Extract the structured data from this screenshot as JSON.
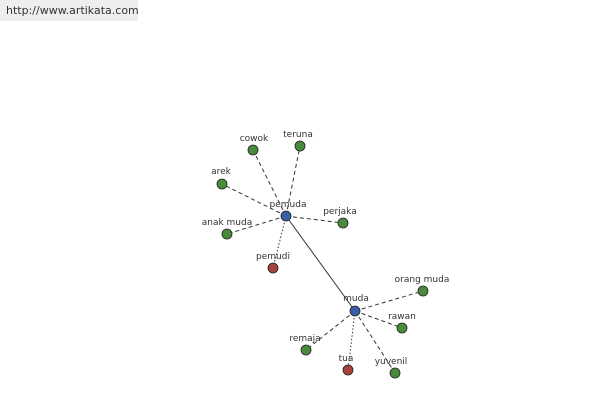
{
  "header": {
    "url": "http://www.artikata.com"
  },
  "colors": {
    "hub": "#3b5ea8",
    "synonym": "#4a8a3c",
    "antonym": "#a8413b",
    "edge": "#333333"
  },
  "graph": {
    "nodes": [
      {
        "id": "pemuda",
        "label": "pemuda",
        "kind": "hub"
      },
      {
        "id": "muda",
        "label": "muda",
        "kind": "hub"
      },
      {
        "id": "cowok",
        "label": "cowok",
        "kind": "synonym"
      },
      {
        "id": "teruna",
        "label": "teruna",
        "kind": "synonym"
      },
      {
        "id": "arek",
        "label": "arek",
        "kind": "synonym"
      },
      {
        "id": "perjaka",
        "label": "perjaka",
        "kind": "synonym"
      },
      {
        "id": "anak-muda",
        "label": "anak muda",
        "kind": "synonym"
      },
      {
        "id": "pemudi",
        "label": "pemudi",
        "kind": "antonym"
      },
      {
        "id": "orang-muda",
        "label": "orang muda",
        "kind": "synonym"
      },
      {
        "id": "rawan",
        "label": "rawan",
        "kind": "synonym"
      },
      {
        "id": "remaja",
        "label": "remaja",
        "kind": "synonym"
      },
      {
        "id": "tua",
        "label": "tua",
        "kind": "antonym"
      },
      {
        "id": "yuvenil",
        "label": "yuvenil",
        "kind": "synonym"
      }
    ],
    "edges": [
      {
        "from": "pemuda",
        "to": "muda",
        "style": "solid"
      },
      {
        "from": "pemuda",
        "to": "cowok",
        "style": "dashed"
      },
      {
        "from": "pemuda",
        "to": "teruna",
        "style": "dashed"
      },
      {
        "from": "pemuda",
        "to": "arek",
        "style": "dashed"
      },
      {
        "from": "pemuda",
        "to": "perjaka",
        "style": "dashed"
      },
      {
        "from": "pemuda",
        "to": "anak-muda",
        "style": "dashed"
      },
      {
        "from": "pemuda",
        "to": "pemudi",
        "style": "dotted"
      },
      {
        "from": "muda",
        "to": "orang-muda",
        "style": "dashed"
      },
      {
        "from": "muda",
        "to": "rawan",
        "style": "dashed"
      },
      {
        "from": "muda",
        "to": "remaja",
        "style": "dashed"
      },
      {
        "from": "muda",
        "to": "tua",
        "style": "dotted"
      },
      {
        "from": "muda",
        "to": "yuvenil",
        "style": "dashed"
      }
    ]
  }
}
